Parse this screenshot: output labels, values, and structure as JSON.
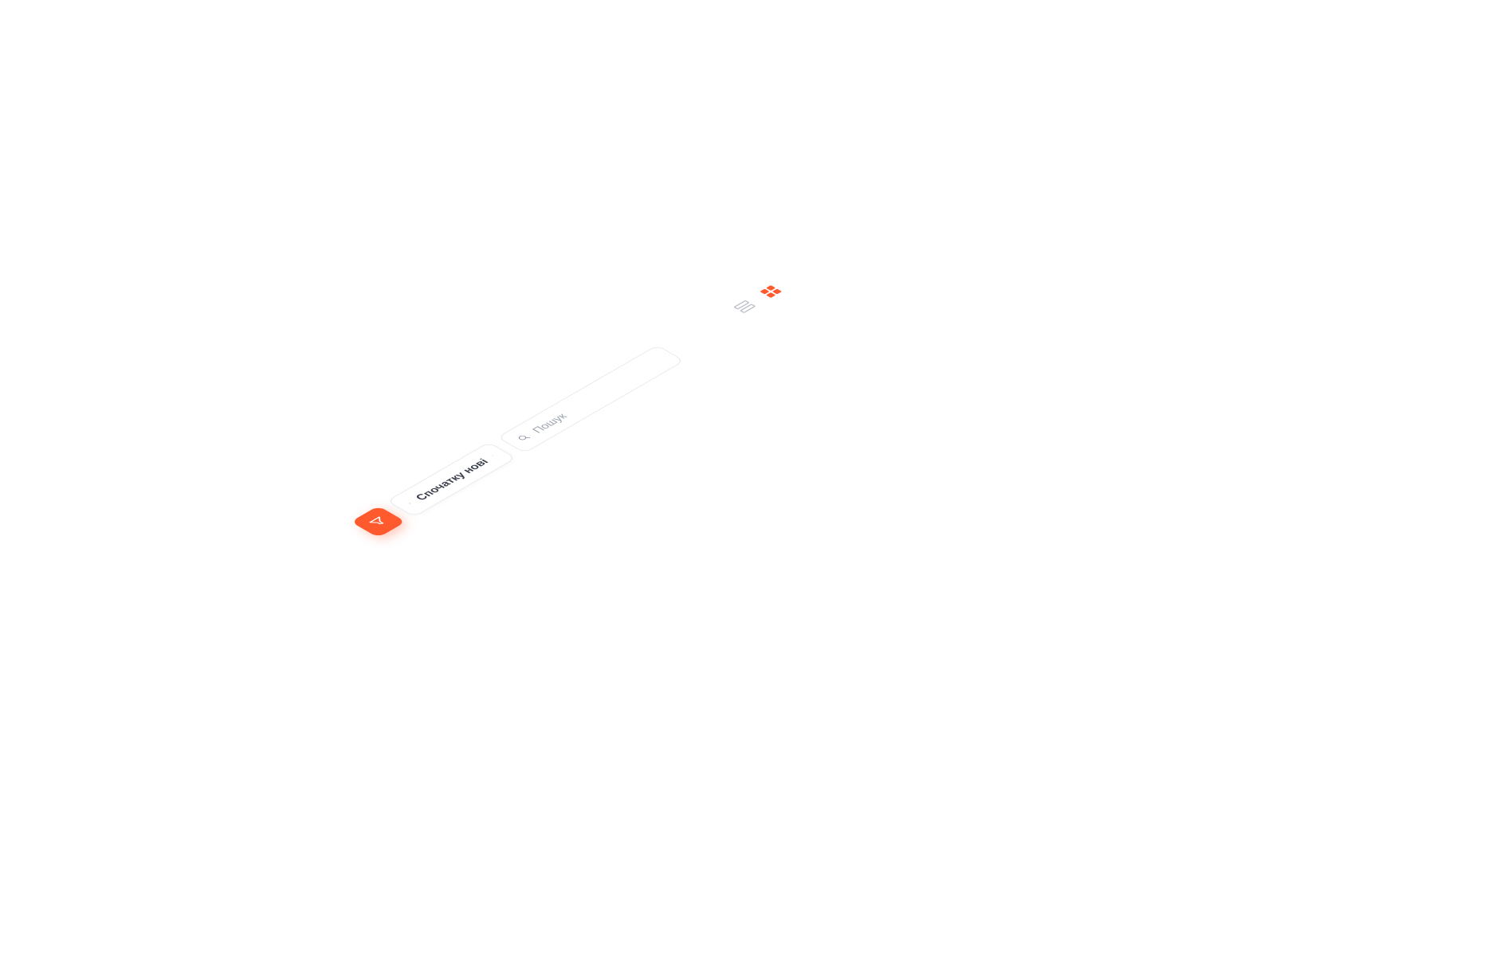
{
  "toolbar": {
    "filter_button": {
      "icon": "filter-funnel-icon",
      "color": "#fe5a2d"
    },
    "sort": {
      "icon": "sort-lines-icon",
      "selected": "Спочатку нові",
      "chevron": "chevron-down-icon"
    },
    "search": {
      "icon": "search-icon",
      "placeholder": "Пошук",
      "value": ""
    },
    "view_toggle": {
      "options": [
        {
          "id": "list",
          "icon": "list-view-icon",
          "active": false
        },
        {
          "id": "grid",
          "icon": "grid-view-icon",
          "active": true
        }
      ],
      "active_color": "#fe5a2d",
      "inactive_color": "#b7bcc8"
    }
  }
}
